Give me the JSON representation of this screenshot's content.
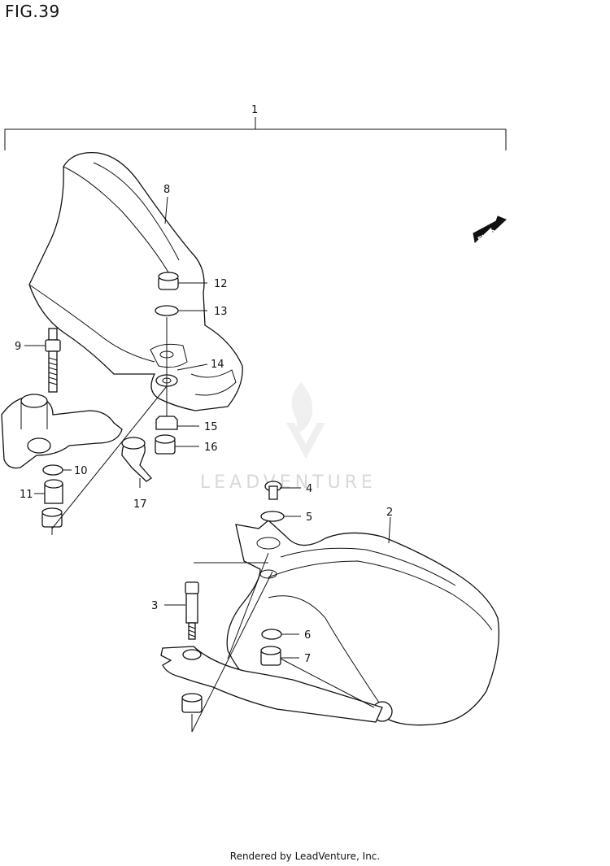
{
  "figure": {
    "title": "FIG.39"
  },
  "fwd_badge": "FWD",
  "watermark": "LEADVENTURE",
  "footer": "Rendered by LeadVenture, Inc.",
  "callouts": [
    "1",
    "2",
    "3",
    "4",
    "5",
    "6",
    "7",
    "8",
    "9",
    "10",
    "11",
    "12",
    "13",
    "14",
    "15",
    "16",
    "17"
  ]
}
